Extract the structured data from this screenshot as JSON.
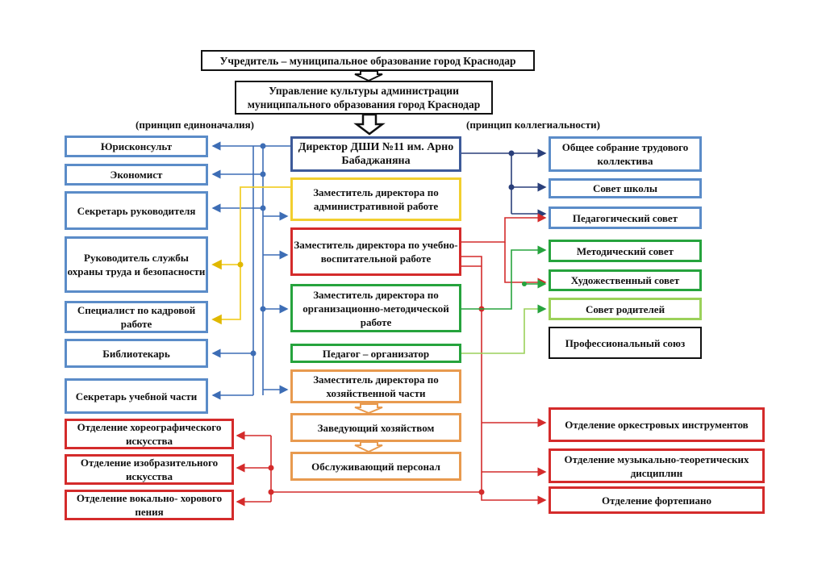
{
  "top": {
    "founder": "Учредитель – муниципальное образование город Краснодар",
    "department": "Управление культуры администрации муниципального образования город Краснодар"
  },
  "principles": {
    "left": "(принцип единоначалия)",
    "right": "(принцип коллегиальности)"
  },
  "center": {
    "director": "Директор ДШИ №11 им. Арно Бабаджаняна",
    "deputy_admin": "Заместитель директора по административной работе",
    "deputy_edu": "Заместитель директора по учебно-воспитательной работе",
    "deputy_method": "Заместитель директора по организационно-методической работе",
    "organizer": "Педагог – организатор",
    "deputy_econ": "Заместитель директора по хозяйственной части",
    "head_household": "Заведующий хозяйством",
    "service_staff": "Обслуживающий персонал"
  },
  "left": {
    "lawyer": "Юрисконсульт",
    "economist": "Экономист",
    "secretary_head": "Секретарь руководителя",
    "safety_head": "Руководитель службы охраны труда и безопасности",
    "hr": "Специалист по кадровой работе",
    "librarian": "Библиотекарь",
    "secretary_edu": "Секретарь учебной части",
    "dept_choreo": "Отделение хореографического искусства",
    "dept_art": "Отделение изобразительного искусства",
    "dept_choir": "Отделение вокально- хорового пения"
  },
  "right": {
    "general_meeting": "Общее собрание трудового коллектива",
    "school_council": "Совет школы",
    "ped_council": "Педагогический совет",
    "method_council": "Методический совет",
    "art_council": "Художественный совет",
    "parents_council": "Совет родителей",
    "union": "Профессиональный союз",
    "dept_orchestra": "Отделение оркестровых инструментов",
    "dept_theory": "Отделение музыкально-теоретических дисциплин",
    "dept_piano": "Отделение фортепиано"
  },
  "colors": {
    "blue": "#5b8cc8",
    "navy": "#3d5a99",
    "yellow": "#f2cf2f",
    "red": "#d42b2b",
    "green": "#26a33d",
    "light_green": "#9bd15a",
    "orange": "#e89a4f",
    "black": "#111111"
  }
}
